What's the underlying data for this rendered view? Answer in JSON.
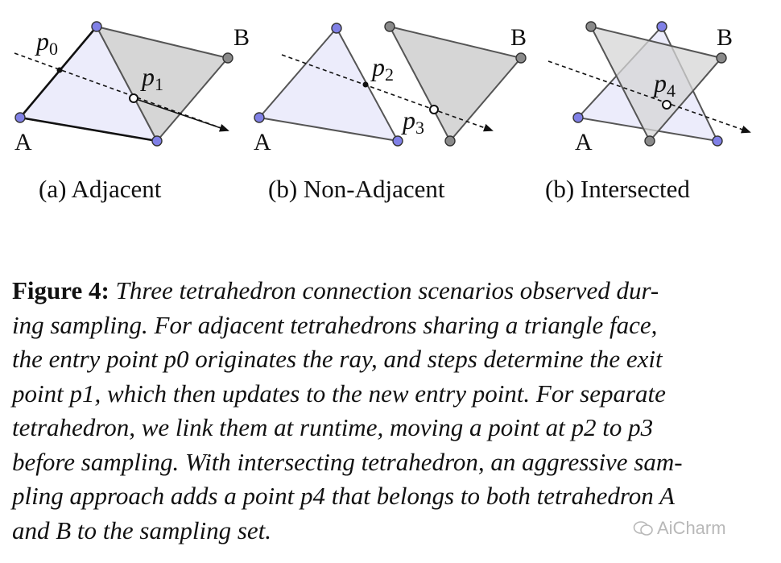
{
  "panels": [
    {
      "vertex_a": "A",
      "vertex_b": "B",
      "points": [
        "p",
        "p"
      ],
      "subs": [
        "0",
        "1"
      ],
      "caption": "(a) Adjacent"
    },
    {
      "vertex_a": "A",
      "vertex_b": "B",
      "points": [
        "p",
        "p"
      ],
      "subs": [
        "2",
        "3"
      ],
      "caption": "(b) Non-Adjacent"
    },
    {
      "vertex_a": "A",
      "vertex_b": "B",
      "points": [
        "p"
      ],
      "subs": [
        "4"
      ],
      "caption": "(b) Intersected"
    }
  ],
  "colors": {
    "tet_a_fill": "#ececfb",
    "tet_b_fill": "#d6d6d6",
    "vertex_a_fill": "#8080e6",
    "vertex_b_fill": "#8a8a8a",
    "edge": "#555555",
    "ray": "#111111"
  },
  "caption": {
    "label": "Figure 4:",
    "lines": [
      "Three tetrahedron connection scenarios observed dur-",
      "ing sampling. For adjacent tetrahedrons sharing a triangle face,",
      "the entry point p0 originates the ray, and steps determine the exit",
      "point p1, which then updates to the new entry point. For separate",
      "tetrahedron, we link them at runtime, moving a point at p2 to p3",
      "before sampling. With intersecting tetrahedron, an aggressive sam-",
      "pling approach adds a point p4 that belongs to both tetrahedron A",
      "and B to the sampling set."
    ]
  },
  "watermark": "AiCharm"
}
